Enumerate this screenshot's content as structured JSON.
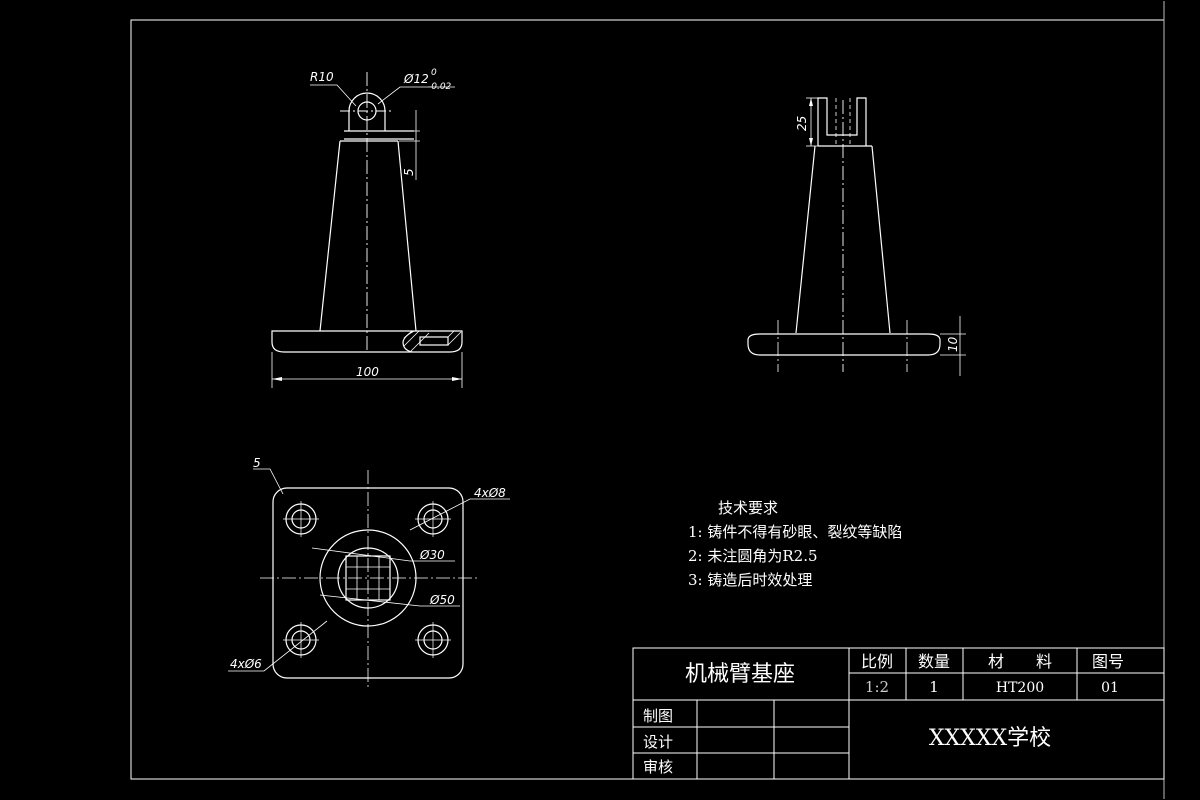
{
  "dimensions": {
    "r10": "R10",
    "phi12": "Ø12",
    "tol_upper": "0",
    "tol_lower": "-0.02",
    "d5_front": "5",
    "d100": "100",
    "d25": "25",
    "d10": "10",
    "corner5": "5",
    "holes8": "4xØ8",
    "holes6": "4xØ6",
    "phi30": "Ø30",
    "phi50": "Ø50"
  },
  "notes": {
    "title": "技术要求",
    "items": [
      "1: 铸件不得有砂眼、裂纹等缺陷",
      "2: 未注圆角为R2.5",
      "3: 铸造后时效处理"
    ]
  },
  "title_block": {
    "part_name": "机械臂基座",
    "scale_label": "比例",
    "qty_label": "数量",
    "material_label": "材　　料",
    "drawing_no_label": "图号",
    "scale": "1:2",
    "qty": "1",
    "material": "HT200",
    "drawing_no": "01",
    "drawn_label": "制图",
    "design_label": "设计",
    "review_label": "审核",
    "school": "XXXXX学校"
  }
}
